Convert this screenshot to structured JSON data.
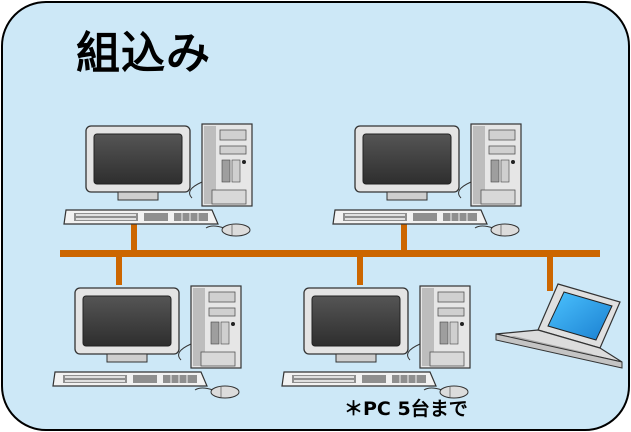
{
  "title": "組込み",
  "note": "＊PC 5台まで",
  "colors": {
    "background": "#cde8f7",
    "border": "#000000",
    "network_cable": "#cc6600"
  },
  "network": {
    "desktops_top_row": 2,
    "desktops_bottom_row": 2,
    "laptops": 1
  },
  "icons": [
    "desktop-pc-icon",
    "laptop-icon",
    "keyboard-icon",
    "mouse-icon"
  ]
}
